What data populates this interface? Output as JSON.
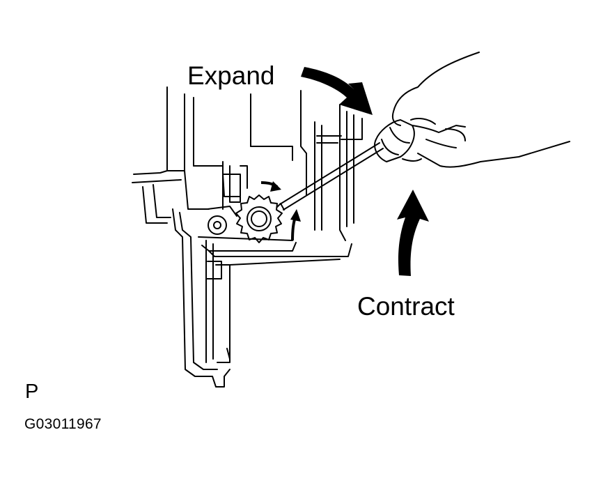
{
  "labels": {
    "expand": "Expand",
    "contract": "Contract",
    "view_letter": "P",
    "figure_code": "G03011967"
  },
  "colors": {
    "line": "#000000",
    "background": "#ffffff"
  },
  "icons": [
    "expand-arrow-icon",
    "contract-arrow-icon",
    "screwdriver-icon",
    "adjuster-gear-icon",
    "hand-icon"
  ]
}
